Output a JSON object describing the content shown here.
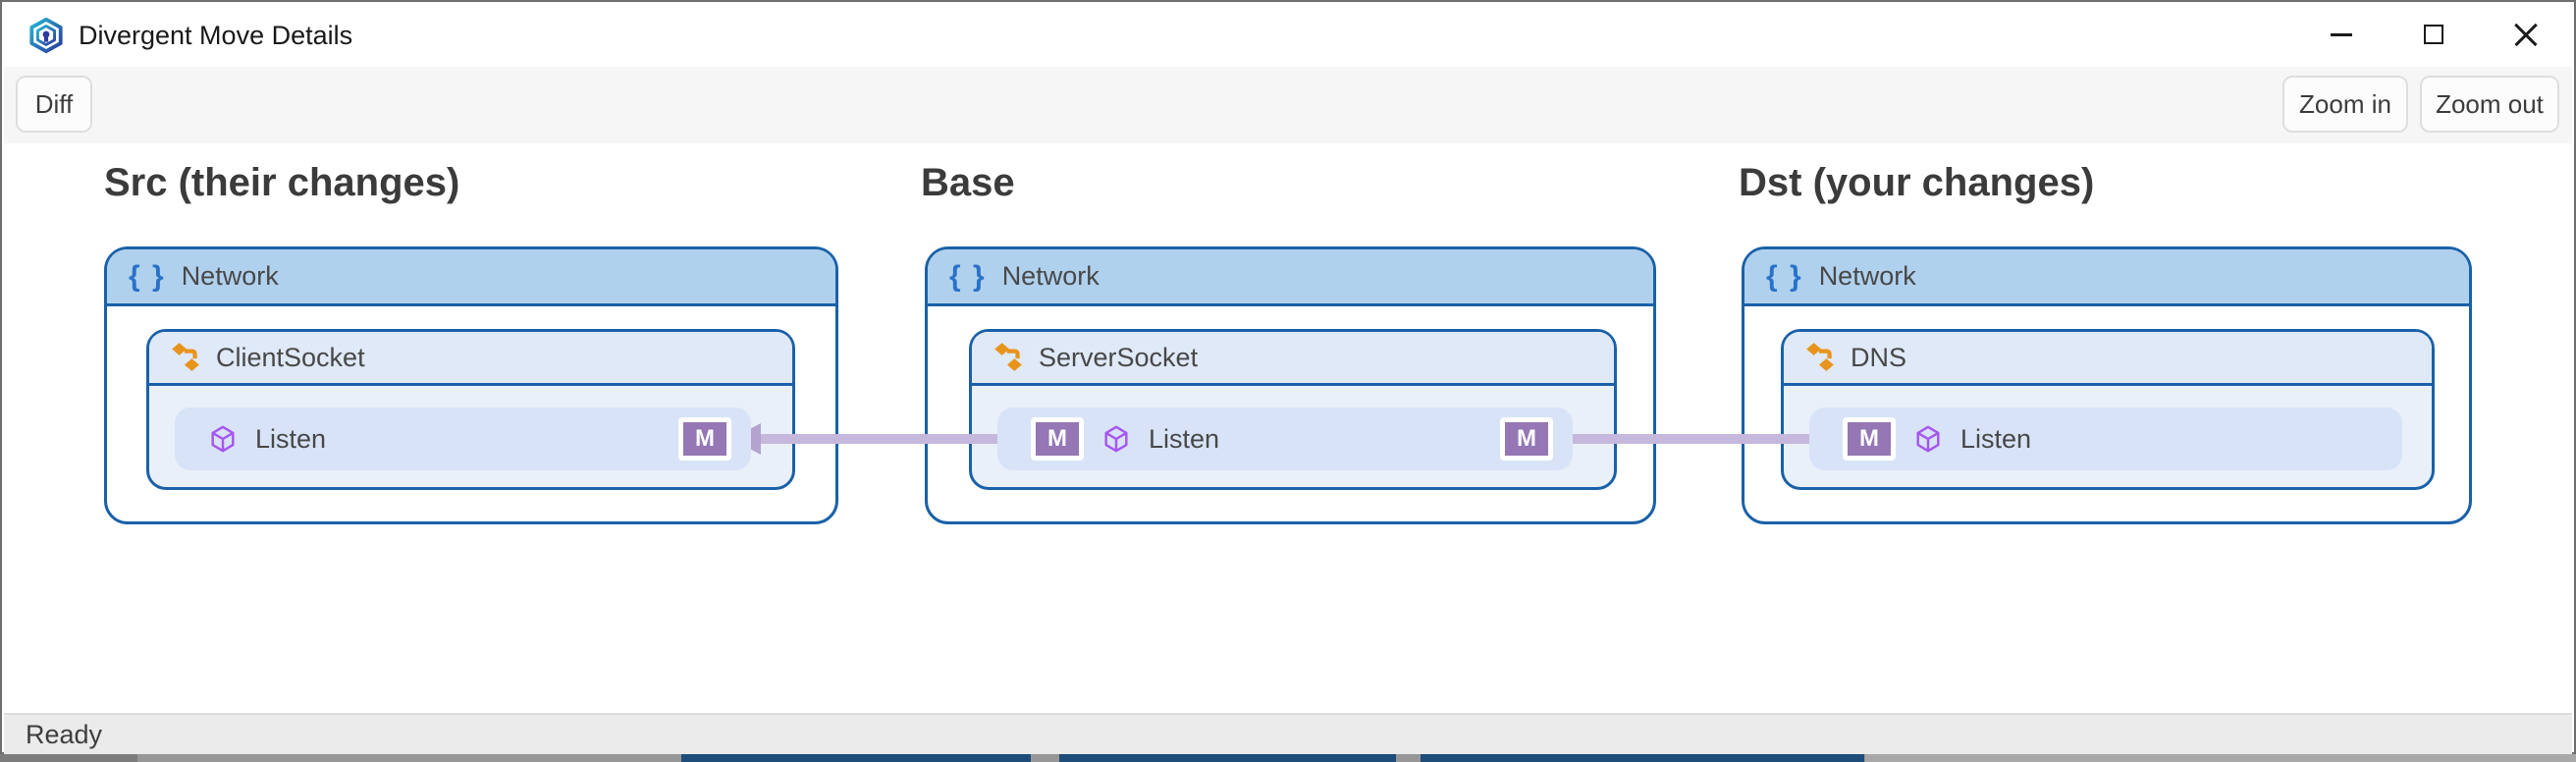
{
  "window": {
    "title": "Divergent Move Details",
    "app_icon": "hexagon-p-logo",
    "controls": [
      "minimize",
      "maximize",
      "close"
    ]
  },
  "toolbar": {
    "diff_label": "Diff",
    "zoom_in_label": "Zoom in",
    "zoom_out_label": "Zoom out"
  },
  "icons": {
    "braces": "{ }",
    "class_icon": "orange-flow-icon",
    "member_icon": "purple-cube-icon"
  },
  "panels": [
    {
      "id": "src",
      "header": "Src (their changes)",
      "network": {
        "label": "Network",
        "class": {
          "label": "ClientSocket",
          "member": {
            "label": "Listen",
            "badge": "M",
            "badge_left": false,
            "badge_right": true
          }
        }
      }
    },
    {
      "id": "base",
      "header": "Base",
      "network": {
        "label": "Network",
        "class": {
          "label": "ServerSocket",
          "member": {
            "label": "Listen",
            "badge": "M",
            "badge_left": true,
            "badge_right": true
          }
        }
      }
    },
    {
      "id": "dst",
      "header": "Dst (your changes)",
      "network": {
        "label": "Network",
        "class": {
          "label": "DNS",
          "member": {
            "label": "Listen",
            "badge": "M",
            "badge_left": true,
            "badge_right": false
          }
        }
      }
    }
  ],
  "connectors": [
    {
      "from": "base.Listen",
      "to": "src.Listen",
      "arrow_points": "left"
    },
    {
      "from": "base.Listen",
      "to": "dst.Listen",
      "arrow_points": "right"
    }
  ],
  "status_bar": {
    "text": "Ready"
  },
  "colors": {
    "node_border": "#1a61a8",
    "network_header_fill": "#b0d1ee",
    "class_header_fill": "#dfe9f7",
    "class_body_fill": "#e9f0fa",
    "member_row_fill": "#d8e3f7",
    "badge_fill": "#9477b4",
    "connector": "#c6b8dc",
    "braces_icon": "#2a72c8",
    "class_icon": "#e8941c",
    "member_icon": "#a656f0",
    "toolbar_bg": "#f6f6f6",
    "status_bg": "#ebebeb"
  }
}
